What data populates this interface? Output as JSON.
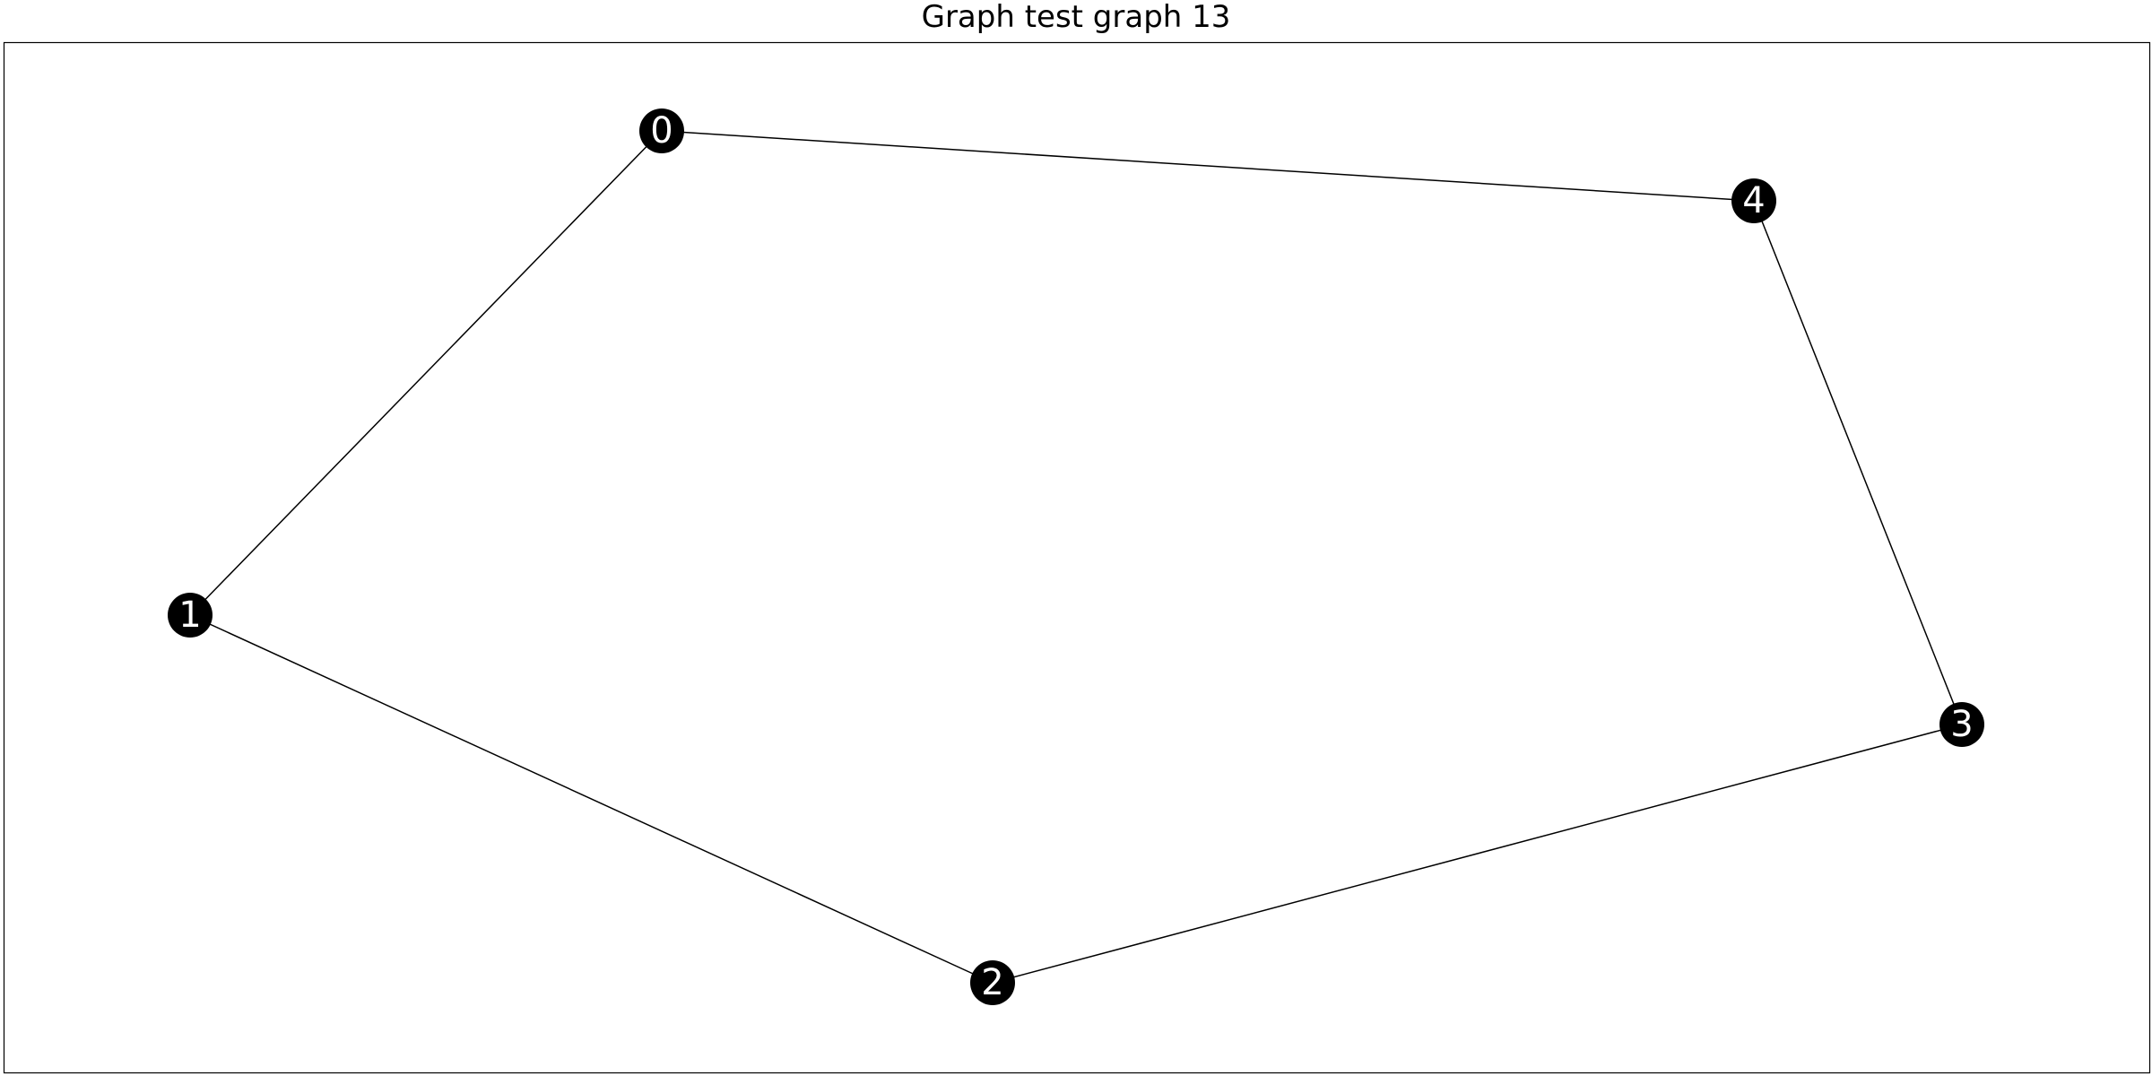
{
  "title": "Graph test graph 13",
  "colors": {
    "background": "#ffffff",
    "node_fill": "#000000",
    "node_label": "#ffffff",
    "edge": "#000000",
    "frame": "#000000"
  },
  "graph": {
    "nodes": [
      {
        "id": "0",
        "label": "0"
      },
      {
        "id": "1",
        "label": "1"
      },
      {
        "id": "2",
        "label": "2"
      },
      {
        "id": "3",
        "label": "3"
      },
      {
        "id": "4",
        "label": "4"
      }
    ],
    "edges": [
      {
        "source": "0",
        "target": "4"
      },
      {
        "source": "0",
        "target": "1"
      },
      {
        "source": "1",
        "target": "2"
      },
      {
        "source": "2",
        "target": "3"
      },
      {
        "source": "3",
        "target": "4"
      }
    ]
  }
}
